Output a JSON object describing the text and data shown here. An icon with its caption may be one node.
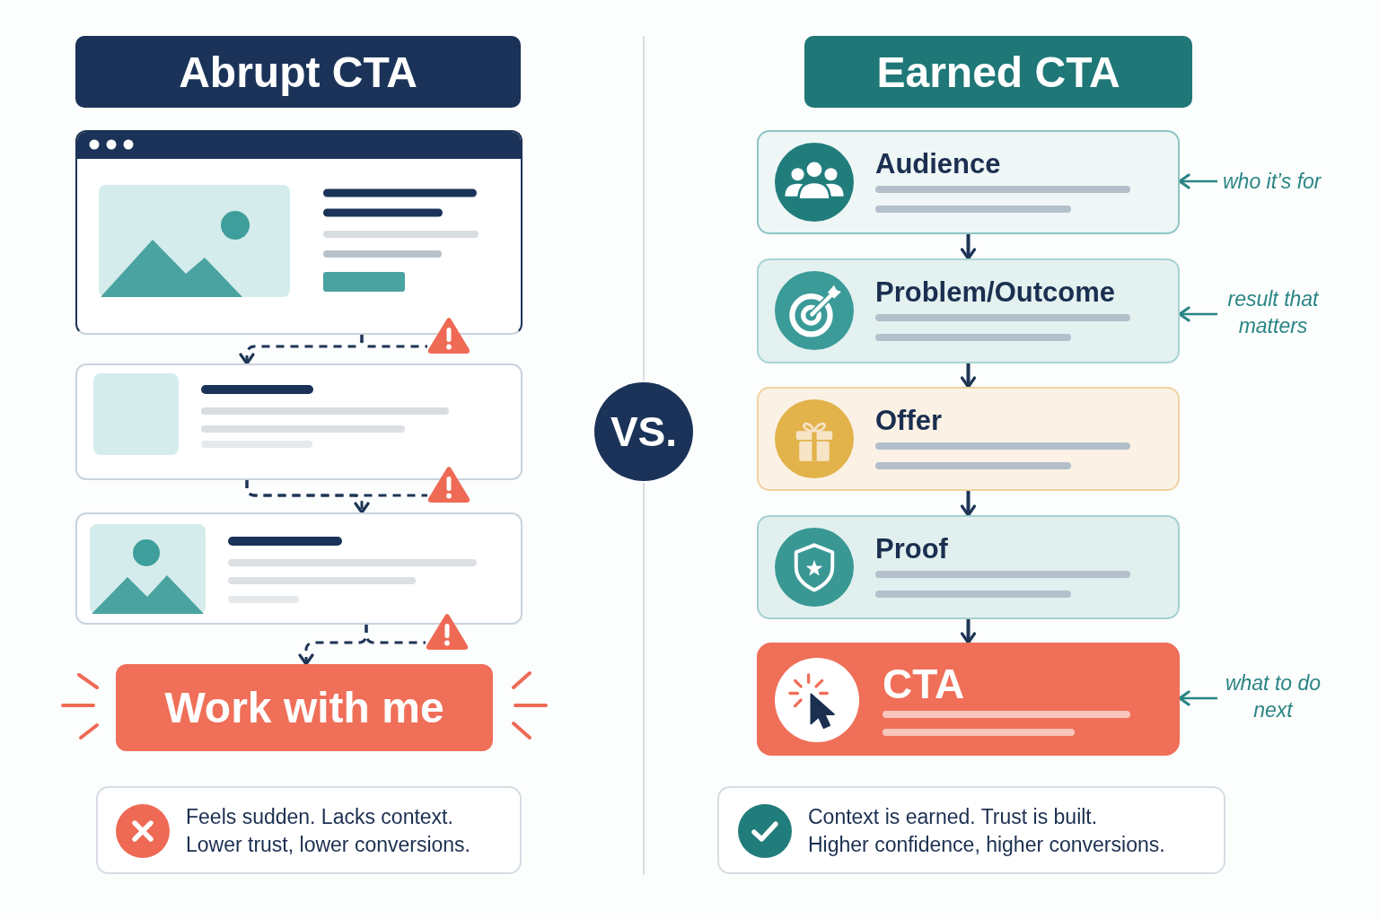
{
  "diagram": {
    "nodes": [
      {
        "text": [
          "Abrupt CTA"
        ]
      },
      {
        "text": [],
        "shape": "box"
      },
      {
        "text": [],
        "shape": "triangle"
      },
      {
        "text": [],
        "shape": "box"
      },
      {
        "text": [],
        "shape": "triangle"
      },
      {
        "text": [],
        "shape": "box"
      },
      {
        "text": [],
        "shape": "triangle"
      },
      {
        "text": [
          "Work with me"
        ]
      },
      {
        "text": [
          "Feels sudden. Lacks context.",
          "Lower trust, lower conversions."
        ]
      },
      {
        "text": [
          "VS."
        ]
      },
      {
        "text": [
          "Earned CTA"
        ]
      },
      {
        "text": [
          "Audience"
        ]
      },
      {
        "text": [
          "who it’s for"
        ]
      },
      {
        "text": [
          "Problem/Outcome"
        ]
      },
      {
        "text": [
          "result that matters"
        ]
      },
      {
        "text": [
          "Offer"
        ]
      },
      {
        "text": [
          "Proof"
        ]
      },
      {
        "text": [
          "CTA"
        ]
      },
      {
        "text": [
          "what to do next"
        ]
      },
      {
        "text": [
          "Context is earned. Trust is built.",
          "Higher confidence, higher conversions."
        ]
      }
    ],
    "edges": [
      {
        "from": 1,
        "to": 3,
        "arrow": "to",
        "style": "dashed"
      },
      {
        "from": 1,
        "to": 2,
        "arrow": "none",
        "style": "dashed"
      },
      {
        "from": 3,
        "to": 5,
        "arrow": "to",
        "style": "dashed"
      },
      {
        "from": 3,
        "to": 4,
        "arrow": "none",
        "style": "dashed"
      },
      {
        "from": 5,
        "to": 7,
        "arrow": "to",
        "style": "dashed"
      },
      {
        "from": 5,
        "to": 6,
        "arrow": "none",
        "style": "dashed"
      },
      {
        "from": 11,
        "to": 13,
        "arrow": "to"
      },
      {
        "from": 13,
        "to": 15,
        "arrow": "to"
      },
      {
        "from": 15,
        "to": 16,
        "arrow": "to"
      },
      {
        "from": 16,
        "to": 17,
        "arrow": "to"
      },
      {
        "from": 12,
        "to": 11,
        "arrow": "to",
        "color": "#2a8584"
      },
      {
        "from": 14,
        "to": 13,
        "arrow": "to",
        "color": "#2a8584"
      },
      {
        "from": 18,
        "to": 17,
        "arrow": "to",
        "color": "#2a8584"
      }
    ]
  }
}
